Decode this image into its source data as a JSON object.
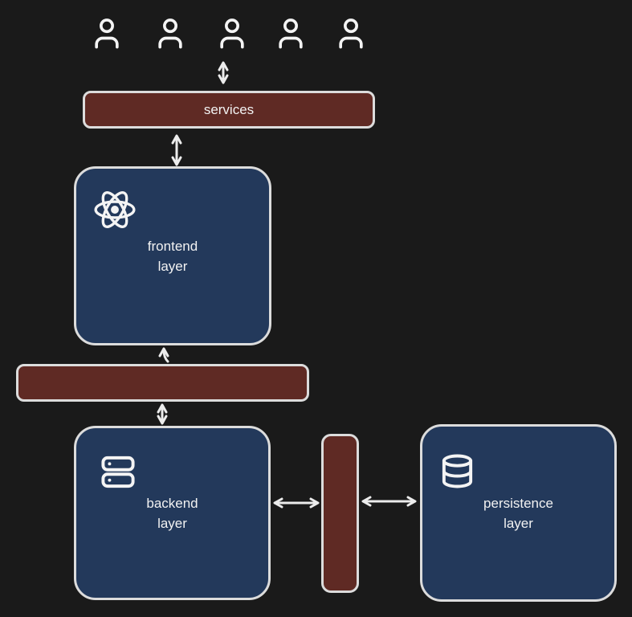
{
  "colors": {
    "background": "#1a1a1a",
    "node_red": "#5f2a24",
    "node_blue": "#23395b",
    "stroke_border": "#dcdcdc",
    "arrow": "#ececec",
    "text": "#f2f2f2"
  },
  "users": {
    "count": 5,
    "icon": "user-icon"
  },
  "nodes": {
    "services": {
      "label": "services",
      "color": "#5f2a24"
    },
    "frontend": {
      "line1": "frontend",
      "line2": "layer",
      "icon": "react-icon",
      "color": "#23395b"
    },
    "backend": {
      "line1": "backend",
      "line2": "layer",
      "icon": "server-icon",
      "color": "#23395b"
    },
    "persistence": {
      "line1": "persistence",
      "line2": "layer",
      "icon": "database-icon",
      "color": "#23395b"
    },
    "middleware_bar": {
      "color": "#5f2a24"
    },
    "data_bar": {
      "color": "#5f2a24"
    }
  },
  "edges": [
    {
      "from": "users",
      "to": "services",
      "direction": "bidirectional"
    },
    {
      "from": "services",
      "to": "frontend",
      "direction": "bidirectional"
    },
    {
      "from": "middleware_bar",
      "to": "frontend",
      "direction": "up"
    },
    {
      "from": "middleware_bar",
      "to": "backend",
      "direction": "bidirectional"
    },
    {
      "from": "backend",
      "to": "data_bar",
      "direction": "bidirectional"
    },
    {
      "from": "data_bar",
      "to": "persistence",
      "direction": "bidirectional"
    }
  ]
}
